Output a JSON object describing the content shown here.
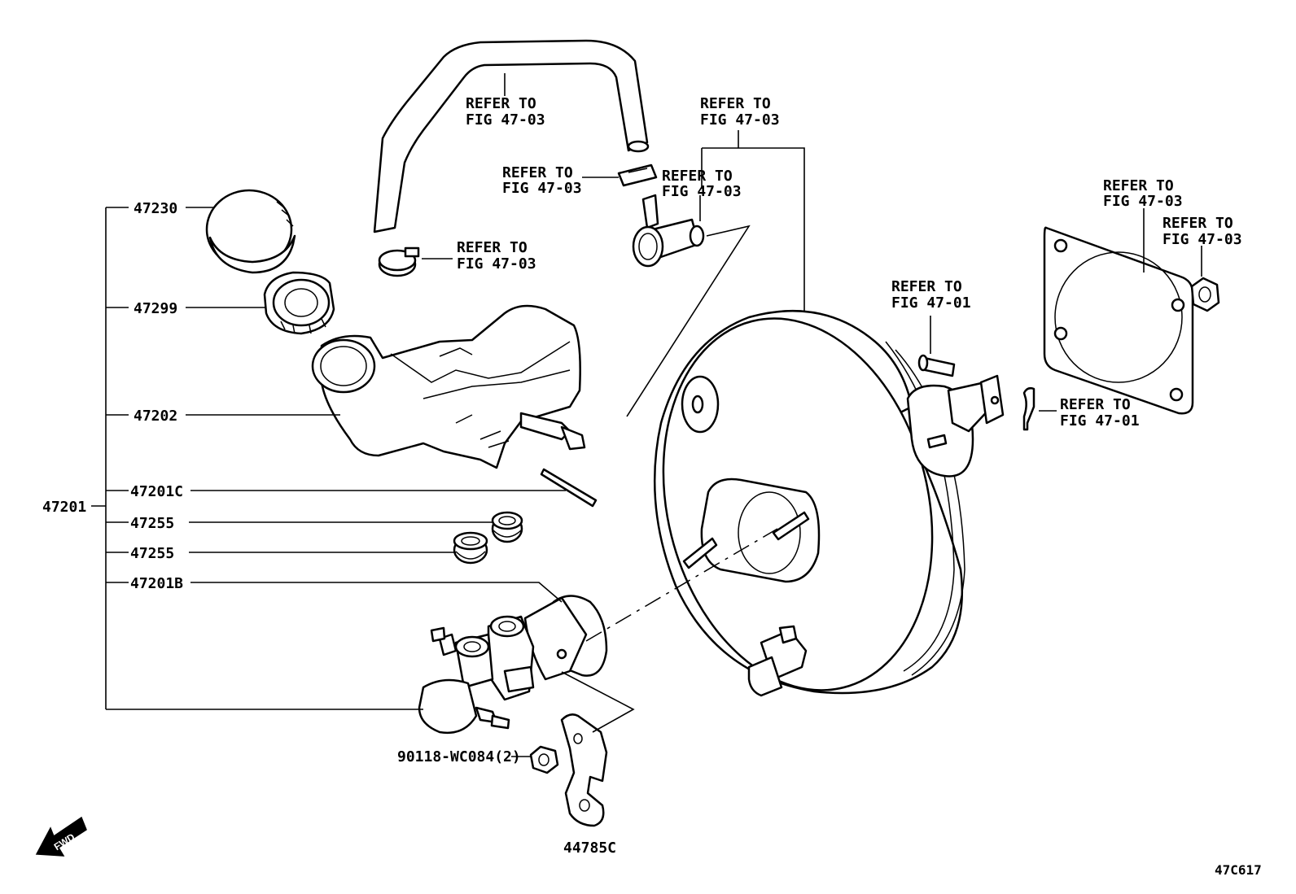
{
  "refer_note": {
    "line1": "REFER TO",
    "fig_47_03": "FIG 47-03",
    "fig_47_01": "FIG 47-01"
  },
  "labels": {
    "assembly": "47201",
    "cap": "47230",
    "strainer": "47299",
    "reservoir": "47202",
    "pin": "47201C",
    "grommet_upper": "47255",
    "grommet_lower": "47255",
    "cylinder_body": "47201B",
    "nut": "90118-WC084(2)",
    "bracket": "44785C",
    "figure_code": "47C617"
  },
  "fwd_label": "FWD"
}
